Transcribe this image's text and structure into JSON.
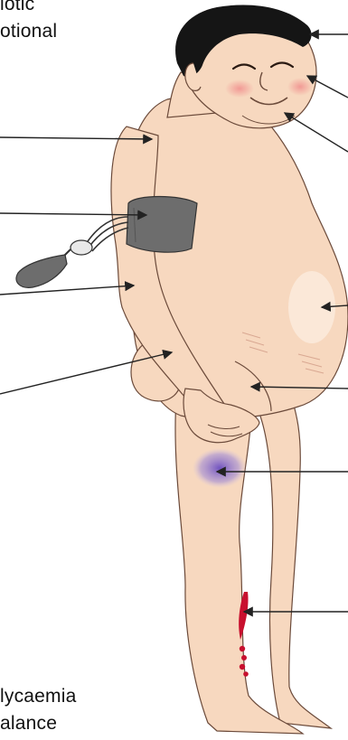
{
  "labels": {
    "top_left_line1": "iotic",
    "top_left_line2": "otional",
    "bottom_left_line1": "lycaemia",
    "bottom_left_line2": "alance"
  },
  "colors": {
    "skin": "#f7d8bf",
    "skin_shadow": "#eebfa0",
    "outline": "#6b4a3a",
    "hair": "#151515",
    "cuff": "#6d6d6d",
    "bruise": "#7c62c9",
    "blood": "#c8102e",
    "pointer": "#222222"
  },
  "icons": {
    "bp_cuff": "blood-pressure-cuff-icon",
    "bruise": "bruise-icon",
    "wound": "bleeding-wound-icon"
  }
}
